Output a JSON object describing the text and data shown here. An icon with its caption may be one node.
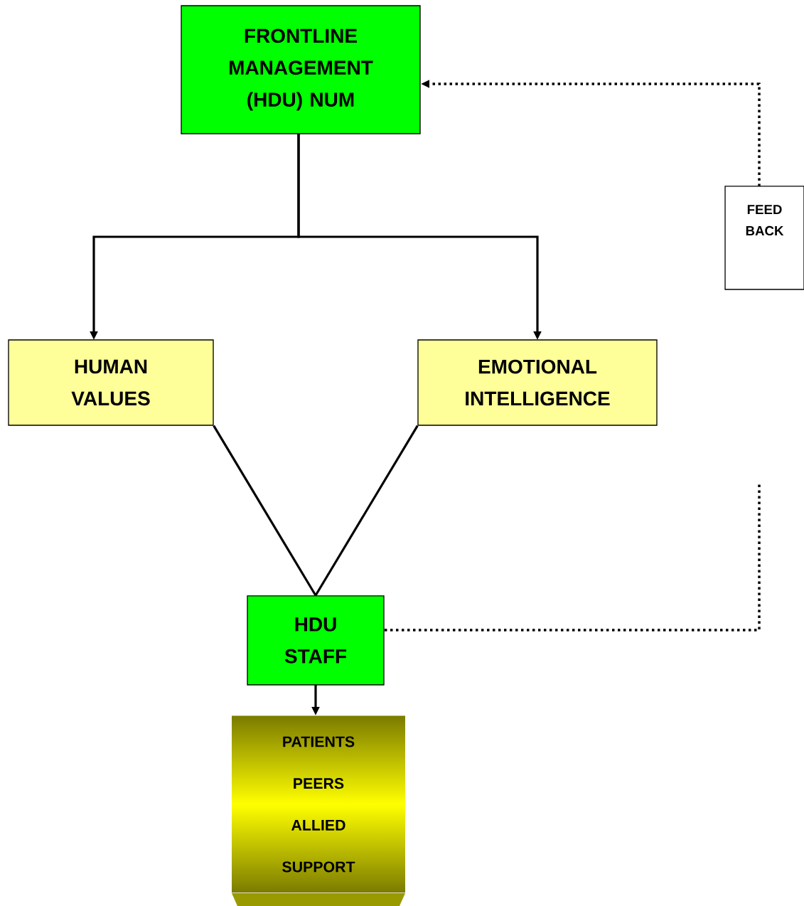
{
  "diagram": {
    "nodes": [
      {
        "text": [
          "FRONTLINE MANAGEMENT (HDU) NUM"
        ]
      },
      {
        "text": [
          "FEED BACK"
        ]
      },
      {
        "text": [
          "HUMAN VALUES"
        ]
      },
      {
        "text": [
          "EMOTIONAL INTELLIGENCE"
        ]
      },
      {
        "text": [
          "HDU STAFF"
        ]
      },
      {
        "text": [
          "PATIENTS",
          "PEERS",
          "ALLIED",
          "SUPPORT"
        ]
      }
    ],
    "edges": [
      {
        "from": 0,
        "to": 2,
        "arrow": "to"
      },
      {
        "from": 0,
        "to": 3,
        "arrow": "to"
      },
      {
        "from": 2,
        "to": 4,
        "arrow": "none"
      },
      {
        "from": 3,
        "to": 4,
        "arrow": "none"
      },
      {
        "from": 4,
        "to": 5,
        "arrow": "to"
      },
      {
        "from": 4,
        "to": null,
        "arrow": "none",
        "style": "dashed"
      },
      {
        "from": 1,
        "to": 0,
        "arrow": "to",
        "style": "dashed"
      }
    ]
  }
}
